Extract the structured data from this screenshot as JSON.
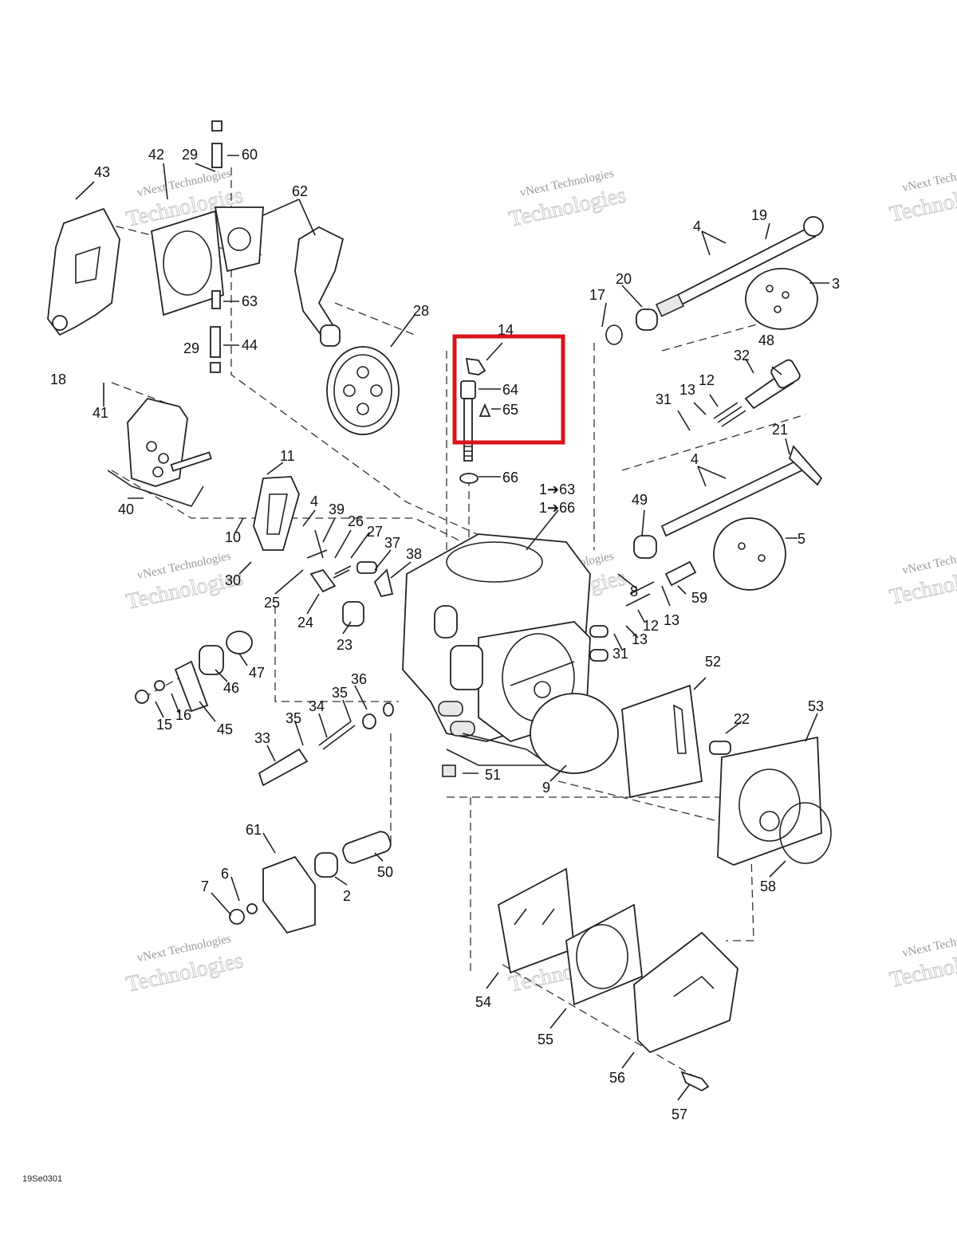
{
  "diagram": {
    "doc_code": "19Se0301",
    "watermark": {
      "line1": "vNext Technologies",
      "line2": "Technologies"
    },
    "highlight_color": "#d9141b",
    "callouts": [
      "43",
      "42",
      "29",
      "60",
      "62",
      "63",
      "29",
      "44",
      "18",
      "28",
      "41",
      "40",
      "11",
      "4",
      "39",
      "10",
      "26",
      "27",
      "37",
      "38",
      "30",
      "25",
      "24",
      "23",
      "47",
      "46",
      "45",
      "16",
      "15",
      "36",
      "35",
      "34",
      "35",
      "33",
      "14",
      "64",
      "65",
      "66",
      "1➔63",
      "1➔66",
      "17",
      "20",
      "19",
      "4",
      "3",
      "48",
      "32",
      "12",
      "13",
      "31",
      "21",
      "4",
      "5",
      "49",
      "8",
      "12",
      "13",
      "59",
      "13",
      "31",
      "52",
      "22",
      "53",
      "9",
      "51",
      "61",
      "6",
      "7",
      "2",
      "50",
      "58",
      "54",
      "55",
      "56",
      "57"
    ]
  }
}
